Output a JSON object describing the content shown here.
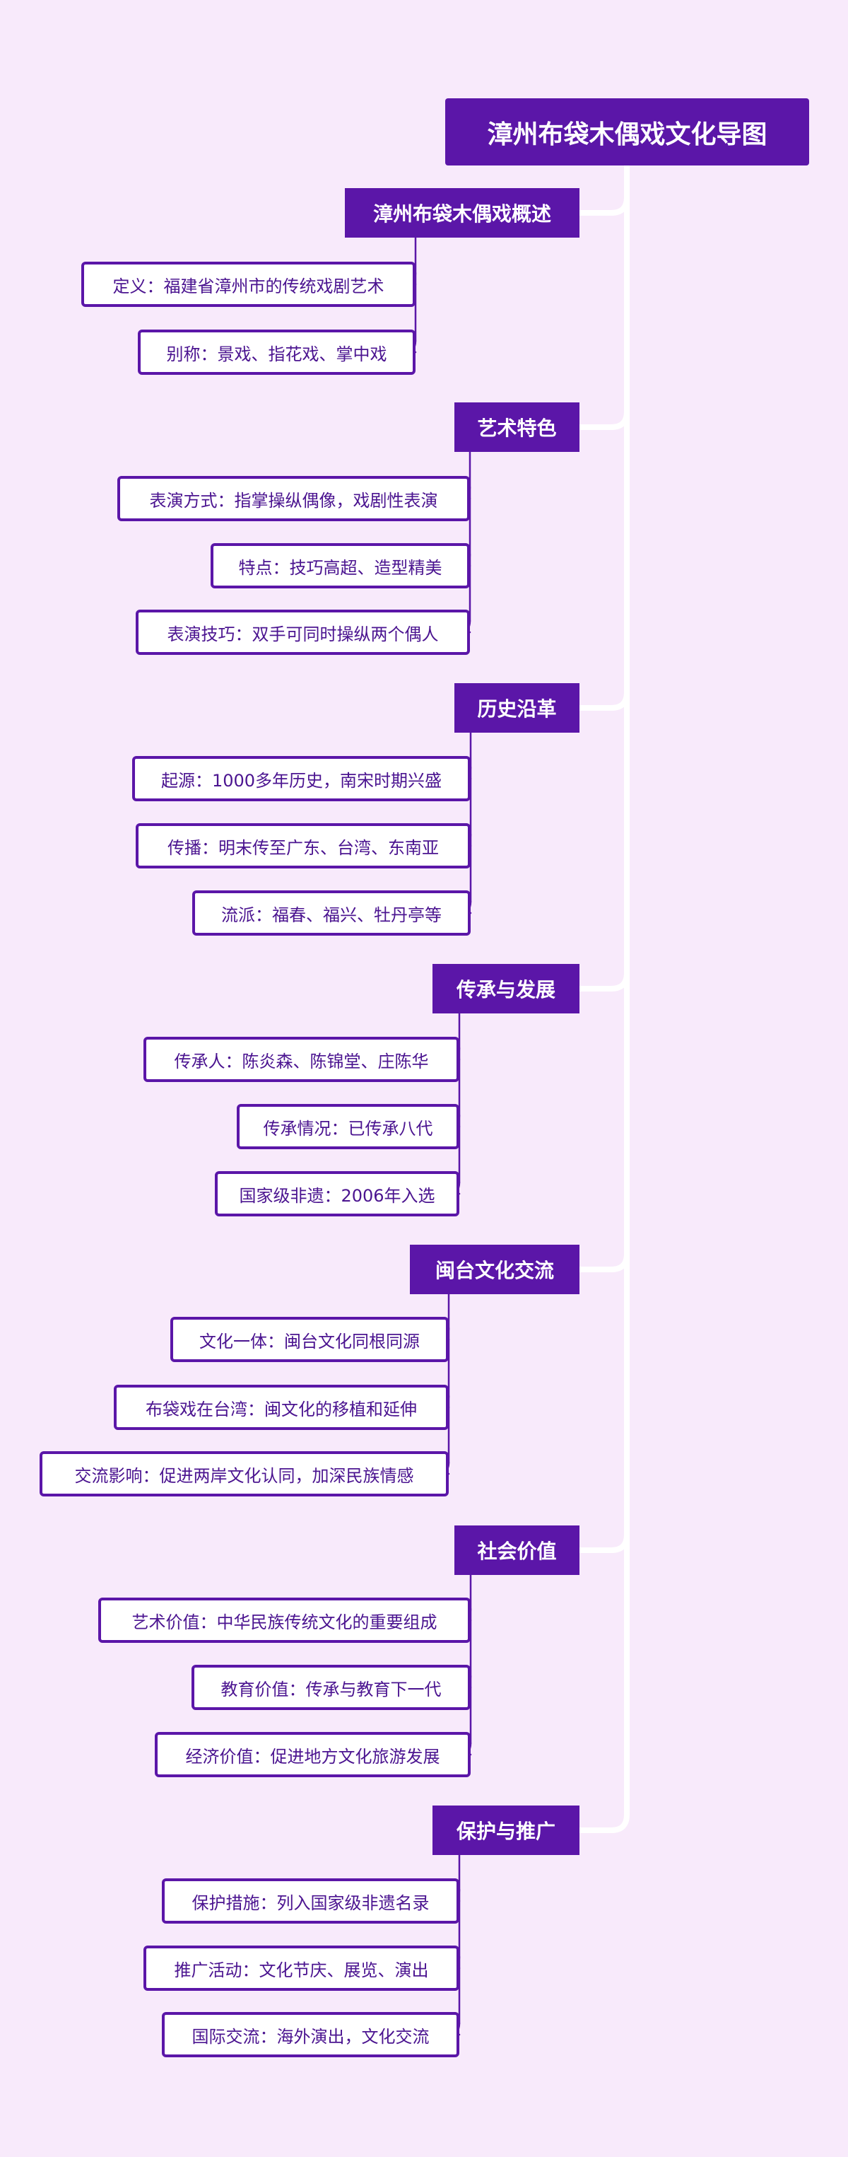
{
  "title": "漳州布袋木偶戏文化导图",
  "colors": {
    "background": "#f8eafb",
    "node_fill": "#5b16a8",
    "leaf_border": "#5b16a8",
    "leaf_text": "#4b1490",
    "trunk_line": "#ffffff",
    "branch_line": "#5b16a8"
  },
  "sections": [
    {
      "label": "漳州布袋木偶戏概述",
      "items": [
        "定义：福建省漳州市的传统戏剧艺术",
        "别称：景戏、指花戏、掌中戏"
      ]
    },
    {
      "label": "艺术特色",
      "items": [
        "表演方式：指掌操纵偶像，戏剧性表演",
        "特点：技巧高超、造型精美",
        "表演技巧：双手可同时操纵两个偶人"
      ]
    },
    {
      "label": "历史沿革",
      "items": [
        "起源：1000多年历史，南宋时期兴盛",
        "传播：明末传至广东、台湾、东南亚",
        "流派：福春、福兴、牡丹亭等"
      ]
    },
    {
      "label": "传承与发展",
      "items": [
        "传承人：陈炎森、陈锦堂、庄陈华",
        "传承情况：已传承八代",
        "国家级非遗：2006年入选"
      ]
    },
    {
      "label": "闽台文化交流",
      "items": [
        "文化一体：闽台文化同根同源",
        "布袋戏在台湾：闽文化的移植和延伸",
        "交流影响：促进两岸文化认同，加深民族情感"
      ]
    },
    {
      "label": "社会价值",
      "items": [
        "艺术价值：中华民族传统文化的重要组成",
        "教育价值：传承与教育下一代",
        "经济价值：促进地方文化旅游发展"
      ]
    },
    {
      "label": "保护与推广",
      "items": [
        "保护措施：列入国家级非遗名录",
        "推广活动：文化节庆、展览、演出",
        "国际交流：海外演出，文化交流"
      ]
    }
  ]
}
